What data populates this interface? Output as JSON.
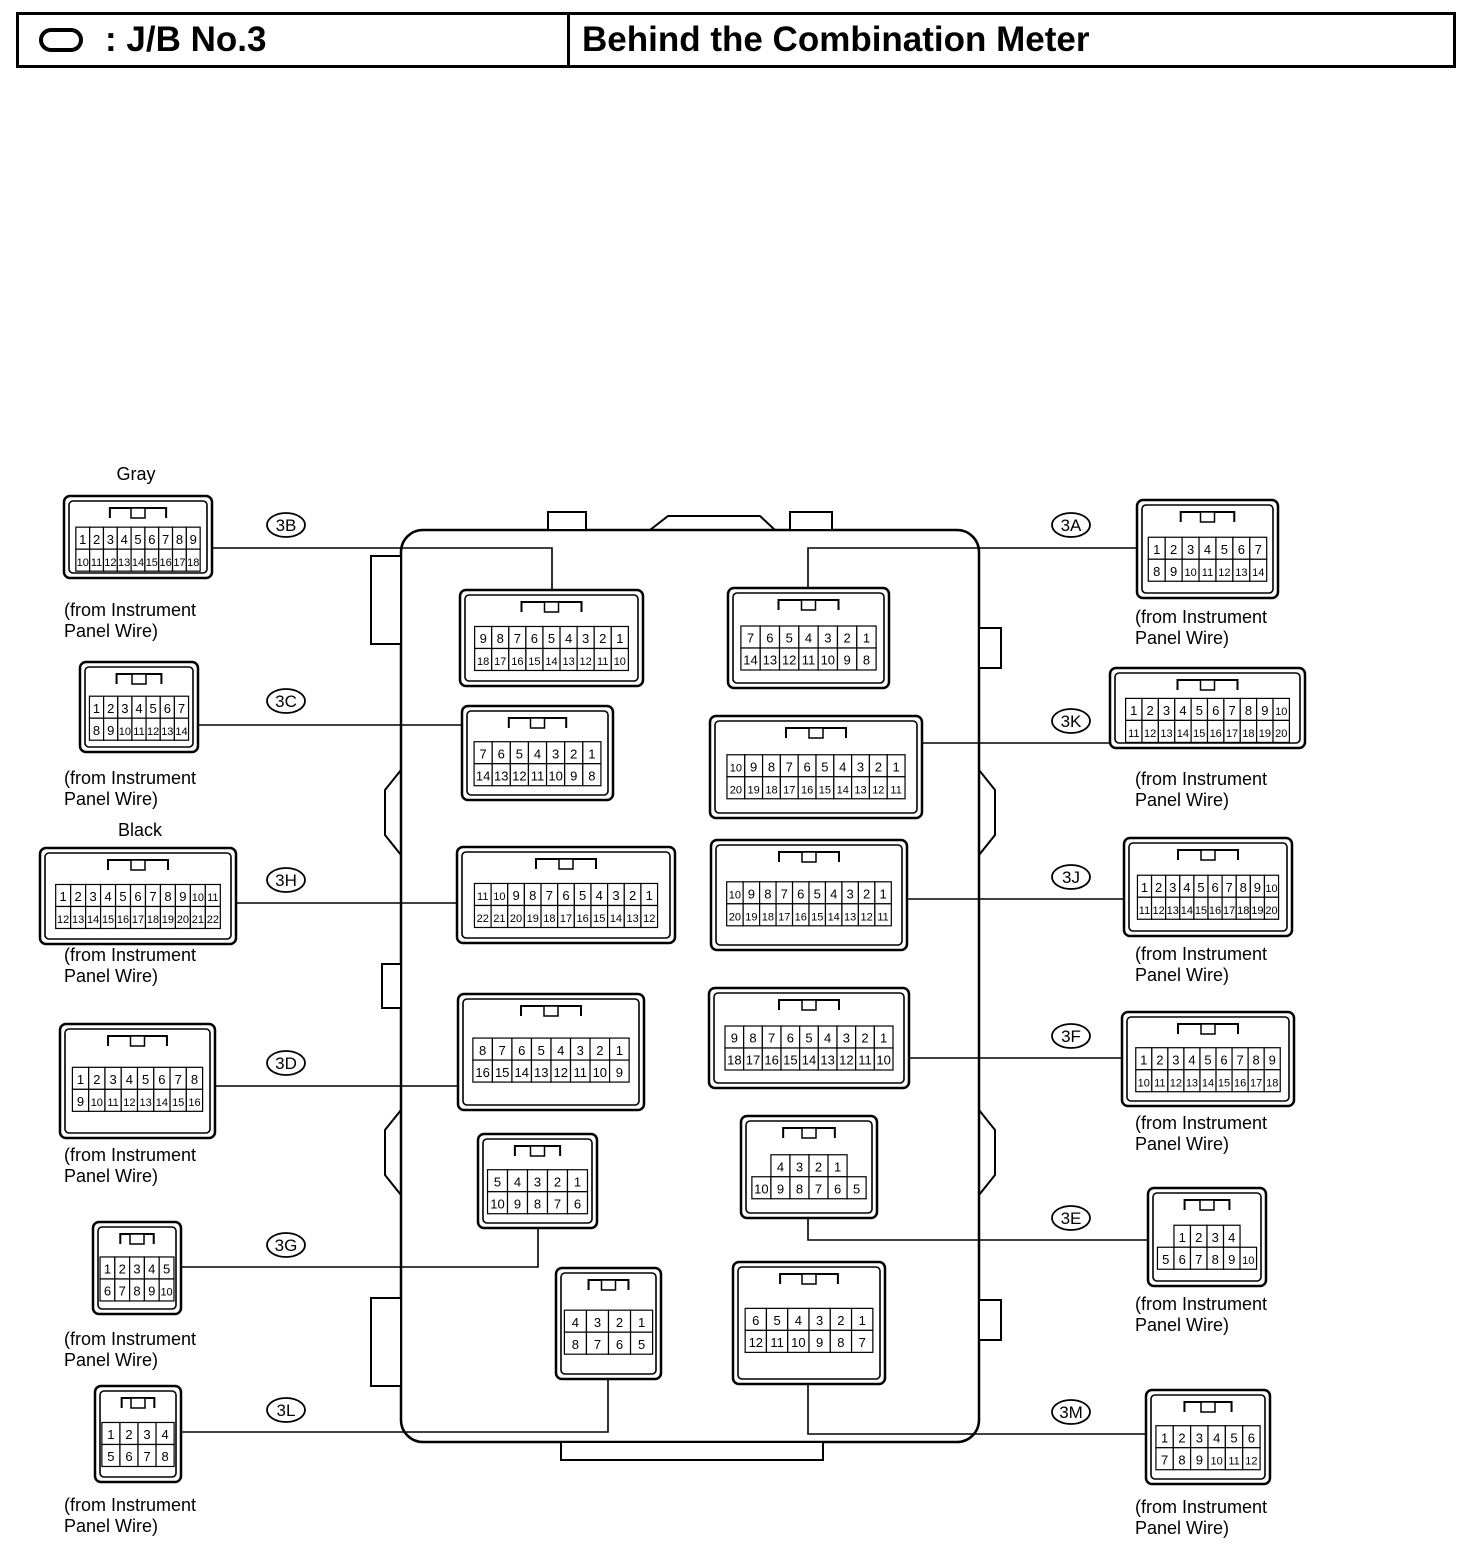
{
  "header": {
    "jb_label": ": J/B No.3",
    "location": "Behind the Combination Meter",
    "icon": "rounded-oval-icon"
  },
  "captions": {
    "from_line1": "(from Instrument",
    "from_line2": "Panel Wire)"
  },
  "connectors": [
    {
      "id": "3B",
      "color": "Gray",
      "side": "left",
      "rows": [
        [
          "1",
          "2",
          "3",
          "4",
          "5",
          "6",
          "7",
          "8",
          "9"
        ],
        [
          "10",
          "11",
          "12",
          "13",
          "14",
          "15",
          "16",
          "17",
          "18"
        ]
      ],
      "jb_rows": [
        [
          "9",
          "8",
          "7",
          "6",
          "5",
          "4",
          "3",
          "2",
          "1"
        ],
        [
          "18",
          "17",
          "16",
          "15",
          "14",
          "13",
          "12",
          "11",
          "10"
        ]
      ]
    },
    {
      "id": "3C",
      "side": "left",
      "rows": [
        [
          "1",
          "2",
          "3",
          "4",
          "5",
          "6",
          "7"
        ],
        [
          "8",
          "9",
          "10",
          "11",
          "12",
          "13",
          "14"
        ]
      ],
      "jb_rows": [
        [
          "7",
          "6",
          "5",
          "4",
          "3",
          "2",
          "1"
        ],
        [
          "14",
          "13",
          "12",
          "11",
          "10",
          "9",
          "8"
        ]
      ]
    },
    {
      "id": "3H",
      "color": "Black",
      "side": "left",
      "rows": [
        [
          "1",
          "2",
          "3",
          "4",
          "5",
          "6",
          "7",
          "8",
          "9",
          "10",
          "11"
        ],
        [
          "12",
          "13",
          "14",
          "15",
          "16",
          "17",
          "18",
          "19",
          "20",
          "21",
          "22"
        ]
      ],
      "jb_rows": [
        [
          "11",
          "10",
          "9",
          "8",
          "7",
          "6",
          "5",
          "4",
          "3",
          "2",
          "1"
        ],
        [
          "22",
          "21",
          "20",
          "19",
          "18",
          "17",
          "16",
          "15",
          "14",
          "13",
          "12"
        ]
      ]
    },
    {
      "id": "3D",
      "side": "left",
      "rows": [
        [
          "1",
          "2",
          "3",
          "4",
          "5",
          "6",
          "7",
          "8"
        ],
        [
          "9",
          "10",
          "11",
          "12",
          "13",
          "14",
          "15",
          "16"
        ]
      ],
      "jb_rows": [
        [
          "8",
          "7",
          "6",
          "5",
          "4",
          "3",
          "2",
          "1"
        ],
        [
          "16",
          "15",
          "14",
          "13",
          "12",
          "11",
          "10",
          "9"
        ]
      ]
    },
    {
      "id": "3G",
      "side": "left",
      "rows": [
        [
          "1",
          "2",
          "3",
          "4",
          "5"
        ],
        [
          "6",
          "7",
          "8",
          "9",
          "10"
        ]
      ],
      "jb_rows": [
        [
          "5",
          "4",
          "3",
          "2",
          "1"
        ],
        [
          "10",
          "9",
          "8",
          "7",
          "6"
        ]
      ]
    },
    {
      "id": "3L",
      "side": "left",
      "rows": [
        [
          "1",
          "2",
          "3",
          "4"
        ],
        [
          "5",
          "6",
          "7",
          "8"
        ]
      ],
      "jb_rows": [
        [
          "4",
          "3",
          "2",
          "1"
        ],
        [
          "8",
          "7",
          "6",
          "5"
        ]
      ]
    },
    {
      "id": "3A",
      "side": "right",
      "rows": [
        [
          "1",
          "2",
          "3",
          "4",
          "5",
          "6",
          "7"
        ],
        [
          "8",
          "9",
          "10",
          "11",
          "12",
          "13",
          "14"
        ]
      ],
      "jb_rows": [
        [
          "7",
          "6",
          "5",
          "4",
          "3",
          "2",
          "1"
        ],
        [
          "14",
          "13",
          "12",
          "11",
          "10",
          "9",
          "8"
        ]
      ]
    },
    {
      "id": "3K",
      "side": "right",
      "rows": [
        [
          "1",
          "2",
          "3",
          "4",
          "5",
          "6",
          "7",
          "8",
          "9",
          "10"
        ],
        [
          "11",
          "12",
          "13",
          "14",
          "15",
          "16",
          "17",
          "18",
          "19",
          "20"
        ]
      ],
      "jb_rows": [
        [
          "10",
          "9",
          "8",
          "7",
          "6",
          "5",
          "4",
          "3",
          "2",
          "1"
        ],
        [
          "20",
          "19",
          "18",
          "17",
          "16",
          "15",
          "14",
          "13",
          "12",
          "11"
        ]
      ]
    },
    {
      "id": "3J",
      "side": "right",
      "rows": [
        [
          "1",
          "2",
          "3",
          "4",
          "5",
          "6",
          "7",
          "8",
          "9",
          "10"
        ],
        [
          "11",
          "12",
          "13",
          "14",
          "15",
          "16",
          "17",
          "18",
          "19",
          "20"
        ]
      ],
      "jb_rows": [
        [
          "10",
          "9",
          "8",
          "7",
          "6",
          "5",
          "4",
          "3",
          "2",
          "1"
        ],
        [
          "20",
          "19",
          "18",
          "17",
          "16",
          "15",
          "14",
          "13",
          "12",
          "11"
        ]
      ]
    },
    {
      "id": "3F",
      "side": "right",
      "rows": [
        [
          "1",
          "2",
          "3",
          "4",
          "5",
          "6",
          "7",
          "8",
          "9"
        ],
        [
          "10",
          "11",
          "12",
          "13",
          "14",
          "15",
          "16",
          "17",
          "18"
        ]
      ],
      "jb_rows": [
        [
          "9",
          "8",
          "7",
          "6",
          "5",
          "4",
          "3",
          "2",
          "1"
        ],
        [
          "18",
          "17",
          "16",
          "15",
          "14",
          "13",
          "12",
          "11",
          "10"
        ]
      ]
    },
    {
      "id": "3E",
      "side": "right",
      "rows": [
        [
          "1",
          "2",
          "3",
          "4"
        ],
        [
          "5",
          "6",
          "7",
          "8",
          "9",
          "10"
        ]
      ],
      "jb_rows": [
        [
          "4",
          "3",
          "2",
          "1"
        ],
        [
          "10",
          "9",
          "8",
          "7",
          "6",
          "5"
        ]
      ]
    },
    {
      "id": "3M",
      "side": "right",
      "rows": [
        [
          "1",
          "2",
          "3",
          "4",
          "5",
          "6"
        ],
        [
          "7",
          "8",
          "9",
          "10",
          "11",
          "12"
        ]
      ],
      "jb_rows": [
        [
          "6",
          "5",
          "4",
          "3",
          "2",
          "1"
        ],
        [
          "12",
          "11",
          "10",
          "9",
          "8",
          "7"
        ]
      ]
    }
  ]
}
